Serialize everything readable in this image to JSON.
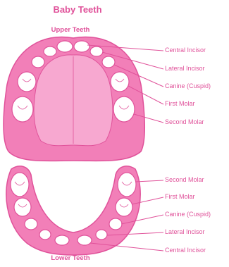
{
  "title": "Baby Teeth",
  "upper": {
    "title": "Upper Teeth",
    "labels": [
      "Central Incisor",
      "Lateral Incisor",
      "Canine (Cuspid)",
      "First Molar",
      "Second Molar"
    ]
  },
  "lower": {
    "title": "Lower Teeth",
    "labels": [
      "Second Molar",
      "First Molar",
      "Canine (Cuspid)",
      "Lateral Incisor",
      "Central Incisor"
    ]
  },
  "colors": {
    "gum": "#f27fb8",
    "gum_dark": "#e0529a",
    "palate": "#f7a8d0",
    "tooth_fill": "#ffffff",
    "text": "#e0529a"
  }
}
